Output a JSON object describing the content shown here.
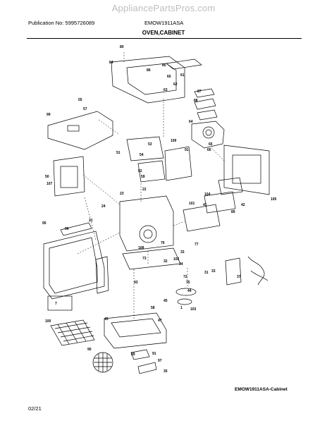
{
  "header": {
    "watermark": "AppliancePartsPros.com",
    "publication": "Publication No: 5995726089",
    "model": "EMOW1911ASA",
    "section_title": "OVEN,CABINET"
  },
  "diagram": {
    "caption": "EMOW1911ASA-Cabinet",
    "callouts": [
      "80",
      "84",
      "85",
      "86",
      "60",
      "61",
      "62",
      "63",
      "87",
      "88",
      "55",
      "57",
      "99",
      "64",
      "65",
      "66",
      "51",
      "53",
      "54",
      "109",
      "91",
      "50",
      "107",
      "59",
      "22",
      "52",
      "23",
      "105",
      "104",
      "24",
      "21",
      "95",
      "96",
      "41",
      "42",
      "43",
      "44",
      "45",
      "1",
      "7",
      "58",
      "47",
      "100",
      "43",
      "91",
      "90",
      "89",
      "97",
      "35",
      "37",
      "103",
      "31",
      "32",
      "102",
      "33",
      "34",
      "33",
      "101",
      "89",
      "108",
      "73",
      "72",
      "75",
      "76",
      "77"
    ]
  },
  "footer": {
    "date": "02/21"
  }
}
